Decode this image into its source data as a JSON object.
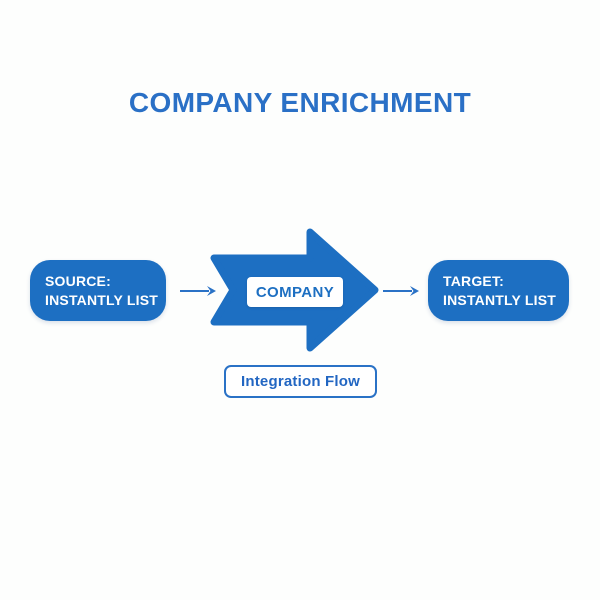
{
  "title": {
    "text": "COMPANY ENRICHMENT",
    "color": "#2a70c6"
  },
  "flow": {
    "source_box": {
      "line1": "SOURCE:",
      "line2": "INSTANTLY LIST",
      "fill": "#1d6fc2",
      "text_color": "#ffffff"
    },
    "center_arrow": {
      "label": "COMPANY",
      "fill": "#1d6fc2",
      "label_bg": "#ffffff",
      "label_text_color": "#1d6fc2"
    },
    "target_box": {
      "line1": "TARGET:",
      "line2": "INSTANTLY LIST",
      "fill": "#1d6fc2",
      "text_color": "#ffffff"
    },
    "connector_color": "#2a72c6"
  },
  "footer": {
    "label": "Integration Flow",
    "border_color": "#2a72c6",
    "text_color": "#2266c2"
  },
  "page": {
    "background": "#fdfefd"
  }
}
